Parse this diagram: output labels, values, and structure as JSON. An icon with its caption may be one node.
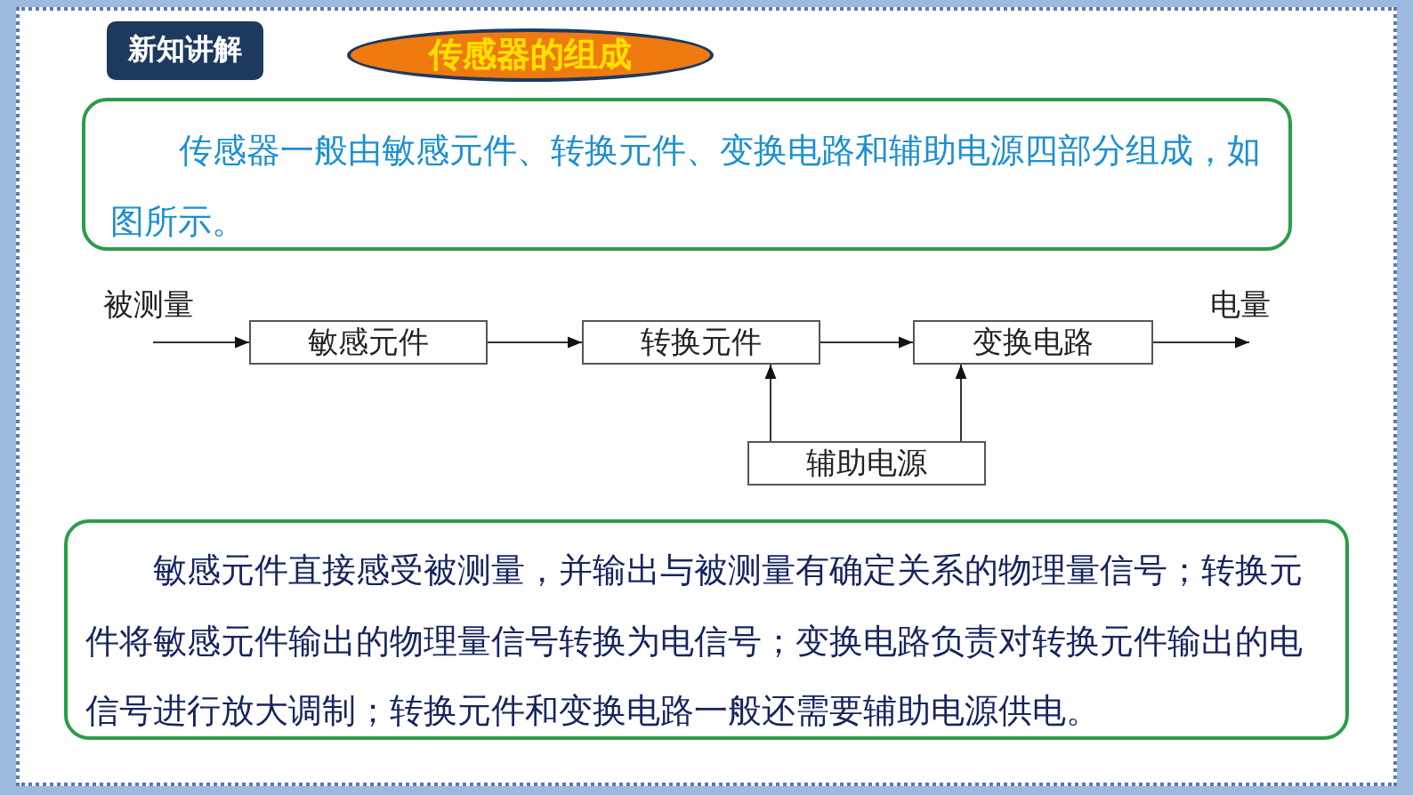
{
  "diagram": {
    "nodes": [
      {
        "text": [
          "新知讲解"
        ]
      },
      {
        "text": [
          "传感器的组成"
        ]
      },
      {
        "text": [
          "传感器一般由敏感元件、转换元件、变换电路和辅助电源四部分组成，如图所示。"
        ]
      },
      {
        "text": [
          "敏感元件"
        ]
      },
      {
        "text": [
          "转换元件"
        ]
      },
      {
        "text": [
          "变换电路"
        ]
      },
      {
        "text": [
          "辅助电源"
        ]
      },
      {
        "text": [
          "敏感元件直接感受被测量，并输出与被测量有确定关系的物理量信号；转换元件将敏感元件输出的物理量信号转换为电信号；变换电路负责对转换元件输出的电信号进行放大调制；转换元件和变换电路一般还需要辅助电源供电。"
        ]
      }
    ],
    "edges": [
      {
        "from": null,
        "to": 3,
        "arrow": "to",
        "label": "被测量"
      },
      {
        "from": 3,
        "to": 4,
        "arrow": "to"
      },
      {
        "from": 4,
        "to": 5,
        "arrow": "to"
      },
      {
        "from": 5,
        "to": null,
        "arrow": "to",
        "label": "电量"
      },
      {
        "from": 6,
        "to": 4,
        "arrow": "to"
      },
      {
        "from": 6,
        "to": 5,
        "arrow": "to"
      }
    ]
  }
}
